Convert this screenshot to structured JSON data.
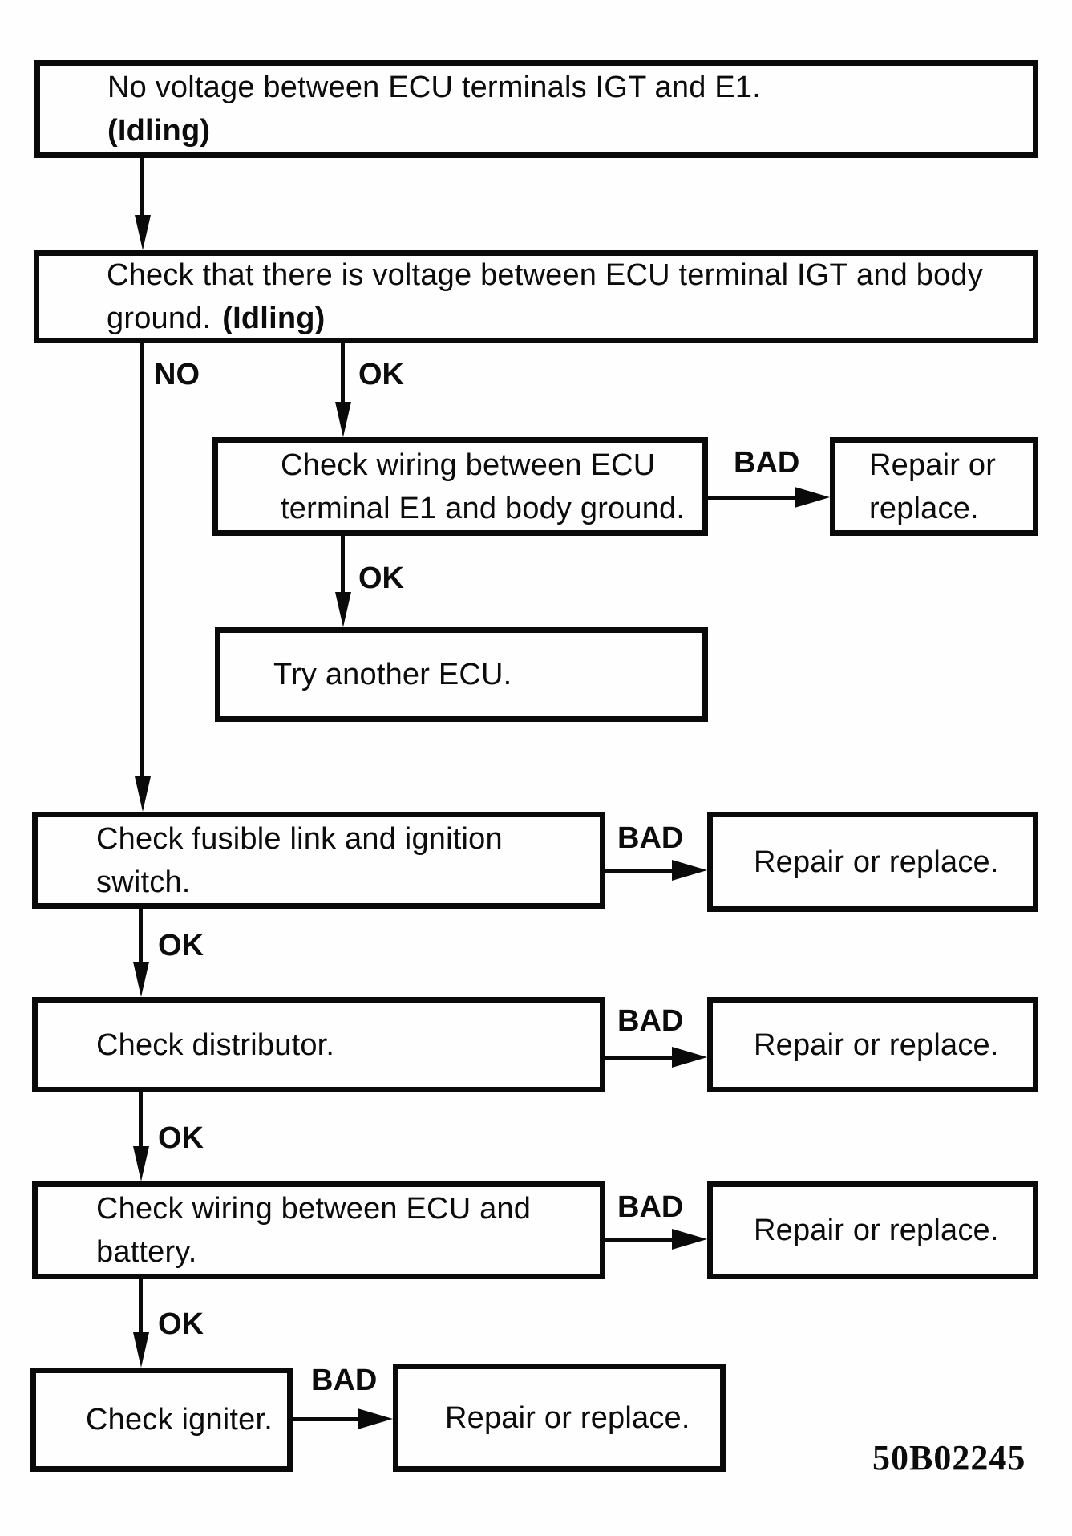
{
  "figure_code": "50B02245",
  "labels": {
    "no": "NO",
    "ok": "OK",
    "bad": "BAD"
  },
  "nodes": {
    "start": {
      "line1": "No voltage between ECU terminals IGT and E1.",
      "line2_bold": "(Idling)"
    },
    "check_igt_voltage": {
      "line1": "Check that there is voltage between ECU terminal IGT and body",
      "line2": "ground.",
      "line2_bold": "(Idling)"
    },
    "check_wiring_e1": {
      "line1": "Check wiring between ECU",
      "line2": "terminal E1 and body ground."
    },
    "repair_e1": {
      "line1": "Repair or",
      "line2": "replace."
    },
    "try_another_ecu": {
      "line1": "Try another ECU."
    },
    "check_fusible_link": {
      "line1": "Check fusible link and ignition",
      "line2": "switch."
    },
    "repair_fusible": {
      "line1": "Repair or replace."
    },
    "check_distributor": {
      "line1": "Check distributor."
    },
    "repair_distributor": {
      "line1": "Repair or replace."
    },
    "check_wiring_battery": {
      "line1": "Check wiring between ECU and",
      "line2": "battery."
    },
    "repair_battery": {
      "line1": "Repair or replace."
    },
    "check_igniter": {
      "line1": "Check igniter."
    },
    "repair_igniter": {
      "line1": "Repair or replace."
    }
  }
}
